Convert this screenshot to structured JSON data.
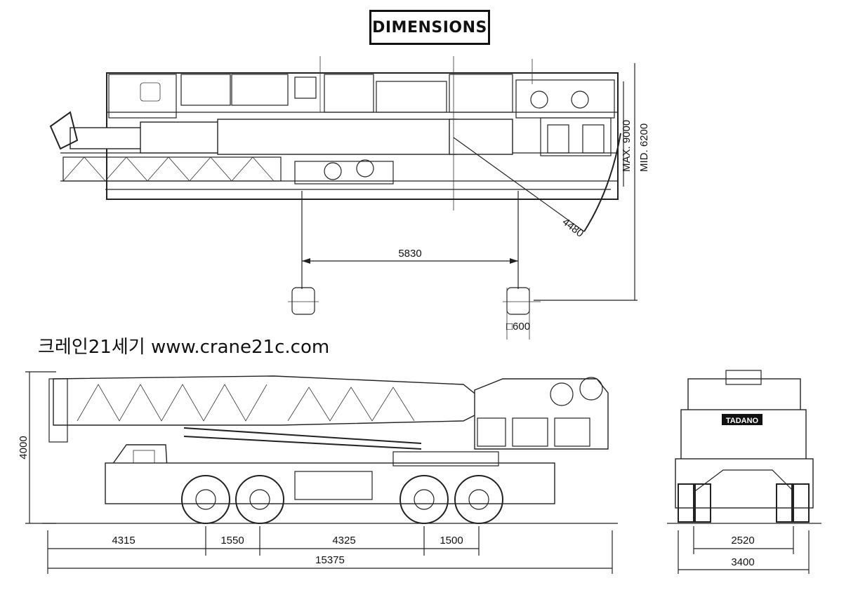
{
  "title": "DIMENSIONS",
  "watermark": "크레인21세기 www.crane21c.com",
  "top_view": {
    "outrigger_span": "5830",
    "pad": "□600",
    "tail_swing": "4480",
    "max_width": "MAX. 9000",
    "mid_width": "MID. 6200"
  },
  "side_view": {
    "height": "4000",
    "seg_1": "4315",
    "seg_2": "1550",
    "seg_3": "4325",
    "seg_4": "1500",
    "overall_length": "15375"
  },
  "rear_view": {
    "brand": "TADANO",
    "track": "2520",
    "overall_width": "3400"
  }
}
